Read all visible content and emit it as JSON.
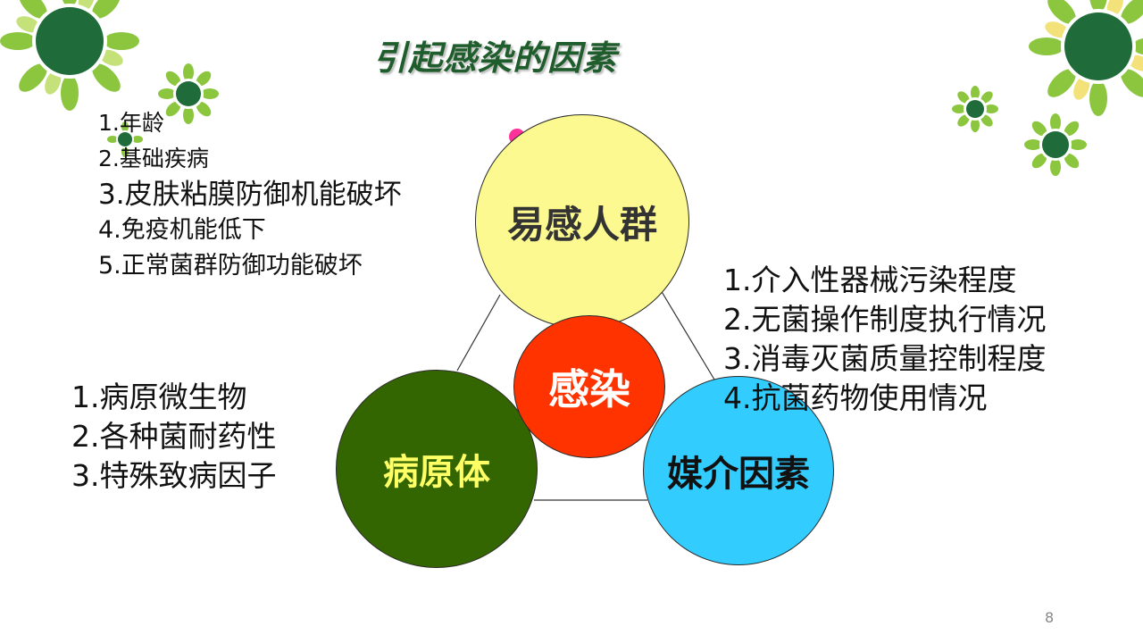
{
  "title": "引起感染的因素",
  "page_number": "8",
  "colors": {
    "title": "#1f5e2c",
    "host_circle": "#fbf98f",
    "infection_circle": "#ff3300",
    "pathogen_circle": "#336600",
    "media_circle": "#33ccff",
    "accent_dot": "#ff3399"
  },
  "diagram": {
    "center": "感染",
    "nodes": {
      "host": "易感人群",
      "pathogen": "病原体",
      "media": "媒介因素"
    }
  },
  "lists": {
    "host": [
      "1.年龄",
      "2.基础疾病",
      "3.皮肤粘膜防御机能破坏",
      "4.免疫机能低下",
      "5.正常菌群防御功能破坏"
    ],
    "media": [
      "1.介入性器械污染程度",
      "2.无菌操作制度执行情况",
      "3.消毒灭菌质量控制程度",
      "4.抗菌药物使用情况"
    ],
    "pathogen": [
      "1.病原微生物",
      "2.各种菌耐药性",
      "3.特殊致病因子"
    ]
  }
}
